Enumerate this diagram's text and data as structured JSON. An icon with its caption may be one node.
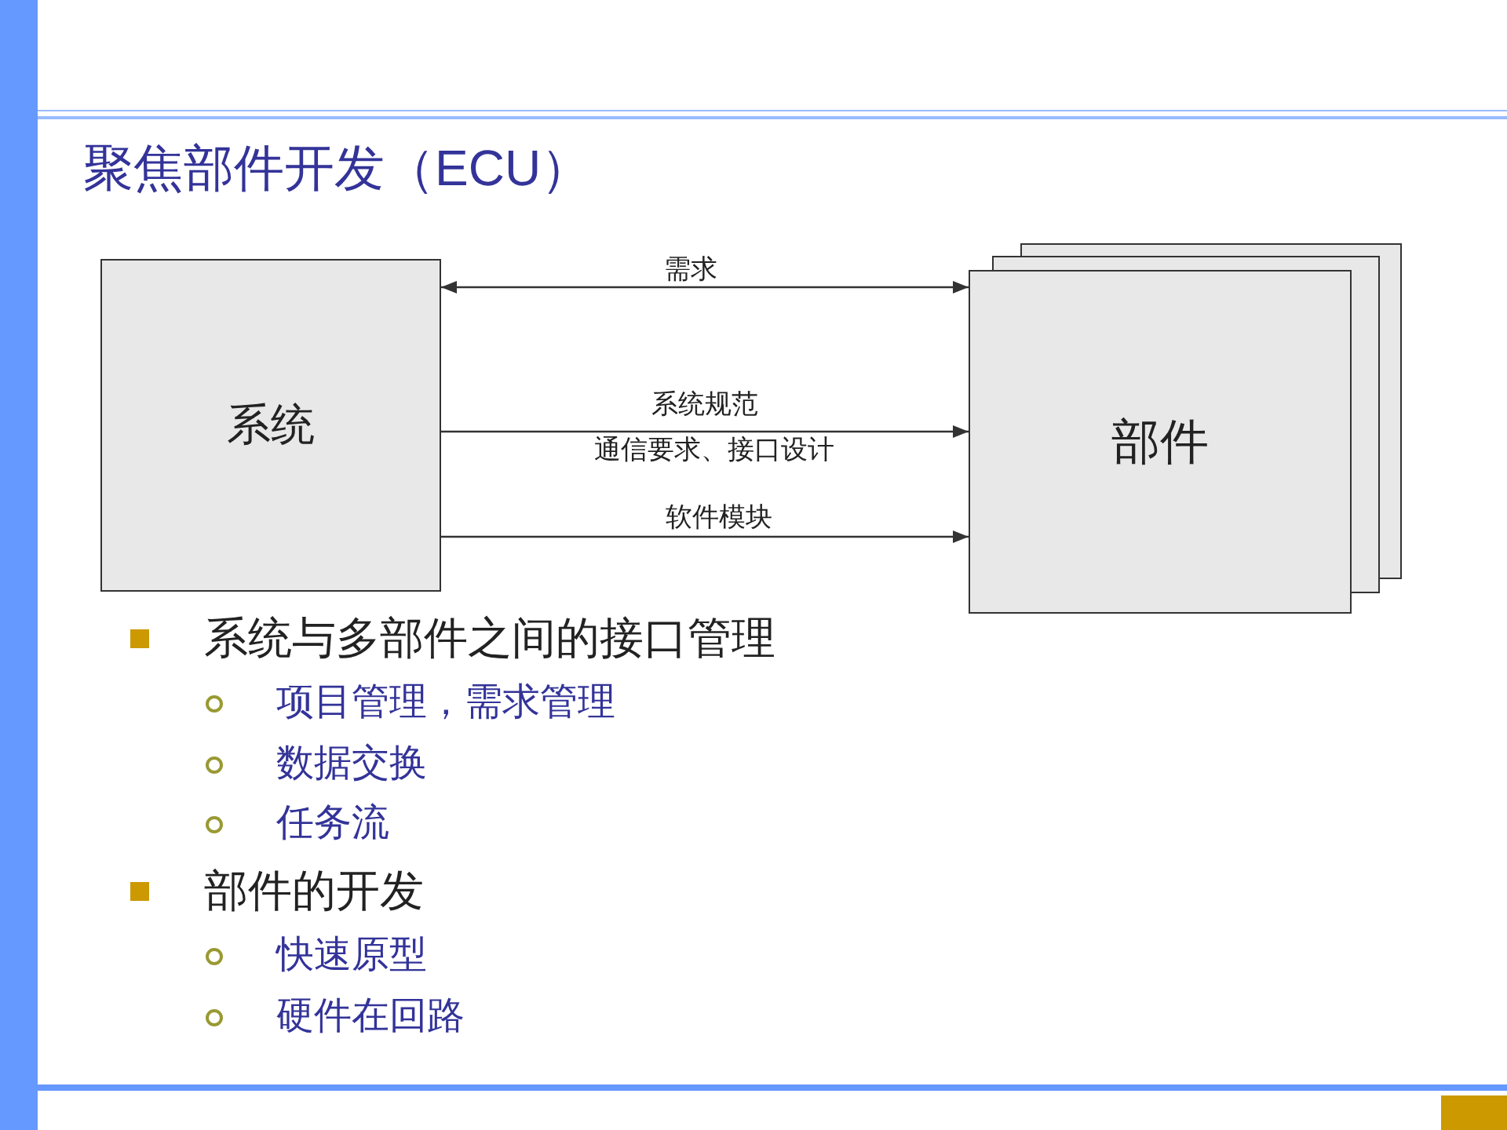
{
  "diagram": {
    "title": "聚焦部件开发（ECU）",
    "nodes": [
      {
        "text": [
          "系统"
        ]
      },
      {
        "text": [
          "部件"
        ]
      }
    ],
    "edges": [
      {
        "from": 0,
        "to": 1,
        "arrow": "both",
        "label": "需求"
      },
      {
        "from": 0,
        "to": 1,
        "arrow": "to",
        "label": "系统规范"
      },
      {
        "from": 0,
        "to": 1,
        "arrow": "to",
        "label": "软件模块"
      }
    ],
    "labels": [
      "通信要求、接口设计",
      "系统与多部件之间的接口管理",
      "项目管理，需求管理",
      "数据交换",
      "任务流",
      "部件的开发",
      "快速原型",
      "硬件在回路"
    ]
  }
}
